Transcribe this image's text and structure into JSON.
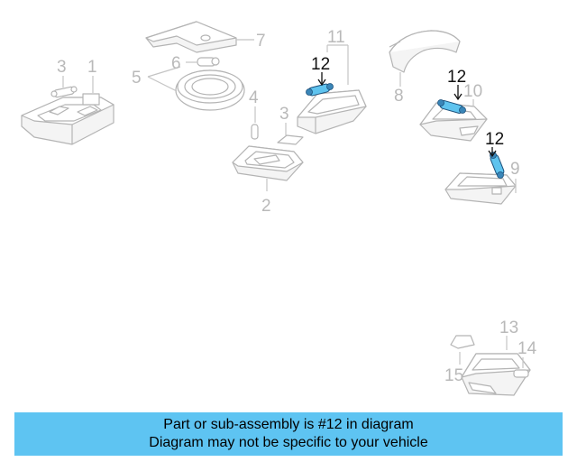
{
  "callouts": {
    "c1": "1",
    "c2": "2",
    "c3a": "3",
    "c3b": "3",
    "c4": "4",
    "c5": "5",
    "c6": "6",
    "c7": "7",
    "c8": "8",
    "c9": "9",
    "c10": "10",
    "c11": "11",
    "c12a": "12",
    "c12b": "12",
    "c12c": "12",
    "c13": "13",
    "c14": "14",
    "c15": "15"
  },
  "highlight_part": "12",
  "colors": {
    "highlight_bulb": "#5fc3ee",
    "caption_bg": "#5ec4f2",
    "part_line": "#b4b4b4"
  },
  "caption": {
    "line1": "Part or sub-assembly is #12 in diagram",
    "line2": "Diagram may not be specific to your vehicle"
  }
}
